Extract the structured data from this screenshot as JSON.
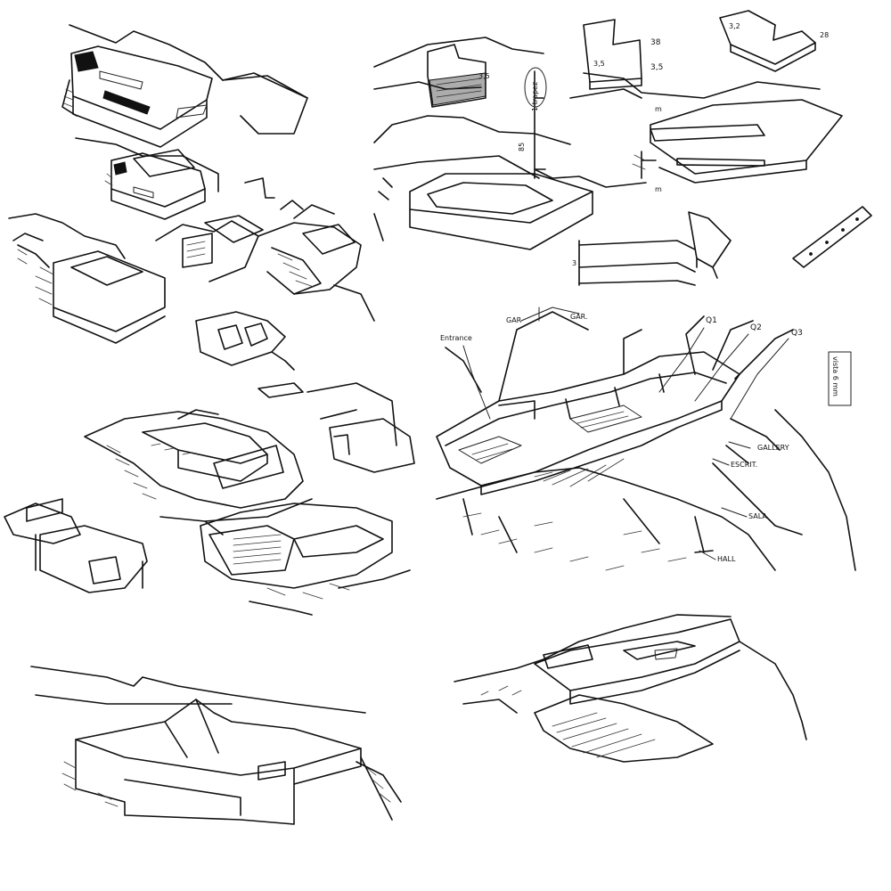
{
  "sketch": {
    "annotations": {
      "dim_38": "38",
      "dim_35a": "3,5",
      "dim_35b": "3,5",
      "dim_32": "3,2",
      "dim_28": "28",
      "dim_35_small": "3,5",
      "ship_note": "1 trapez",
      "side_85": "85",
      "side_m1": "m",
      "side_m2": "m",
      "side_3": "3",
      "label_entrance": "Entrance",
      "label_gar1": "GAR",
      "label_gar2": "GAR.",
      "label_q1": "Q1",
      "label_q2": "Q2",
      "label_q3": "Q3",
      "label_gallery": "GALLERY",
      "label_escr": "ESCRIT.",
      "label_sala": "SALA",
      "label_hall": "HALL",
      "label_vert": "vista 6 mm"
    }
  }
}
